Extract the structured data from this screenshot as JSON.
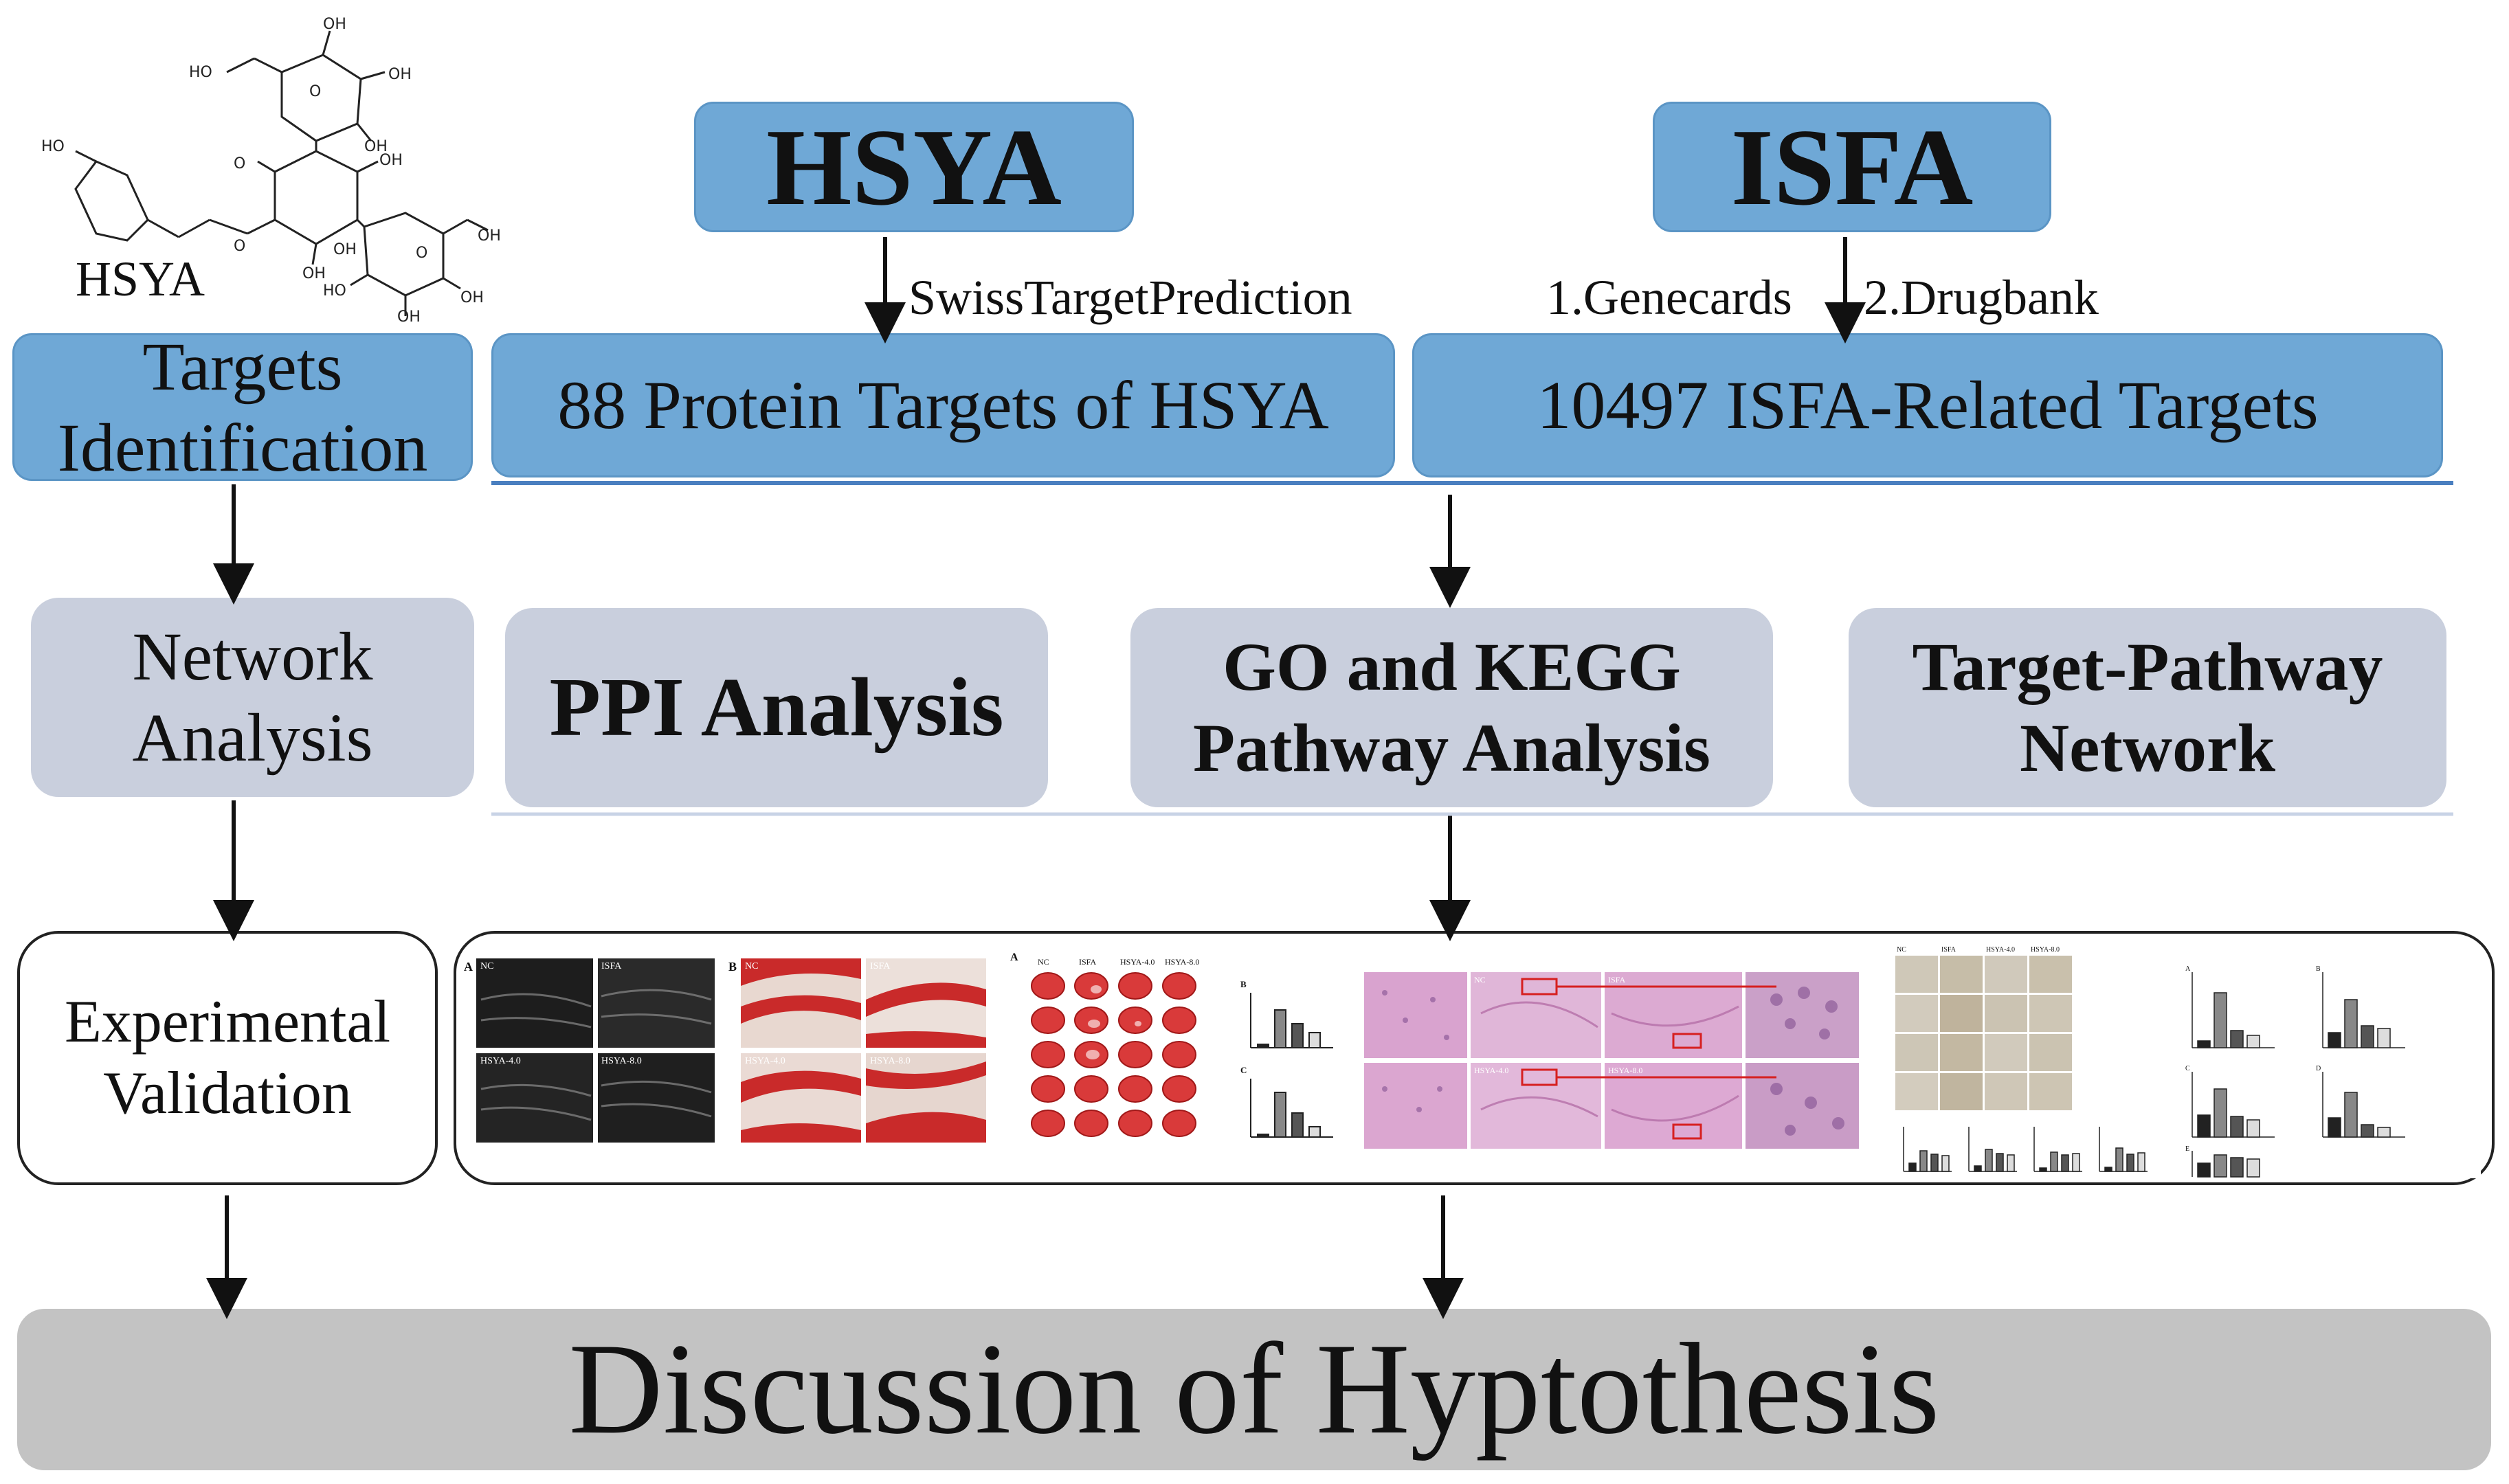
{
  "molecule": {
    "name": "HSYA",
    "atoms": [
      "OH",
      "HO",
      "OH",
      "OH",
      "HO",
      "O",
      "OH",
      "O",
      "OH",
      "OH",
      "OH",
      "HO",
      "OH",
      "OH",
      "O",
      "O"
    ]
  },
  "top": {
    "hsya_title": "HSYA",
    "isfa_title": "ISFA",
    "hsya_source": "SwissTargetPrediction",
    "isfa_source_1": "1.Genecards",
    "isfa_source_2": "2.Drugbank",
    "hsya_targets": "88 Protein Targets of HSYA",
    "isfa_targets": "10497 ISFA-Related Targets"
  },
  "stages": {
    "targets_identification": "Targets Identification",
    "network_analysis": "Network Analysis",
    "experimental_validation": "Experimental Validation"
  },
  "network": {
    "ppi": "PPI Analysis",
    "go_kegg": "GO and KEGG Pathway Analysis",
    "target_pathway": "Target-Pathway Network"
  },
  "panels": {
    "ultrasound_tags": [
      "A",
      "NC",
      "ISFA",
      "HSYA-4.0",
      "HSYA-8.0"
    ],
    "stain_tags": [
      "B",
      "NC",
      "ISFA",
      "HSYA-4.0",
      "HSYA-8.0"
    ],
    "ttc_tags": [
      "A",
      "NC",
      "ISFA",
      "HSYA-4.0",
      "HSYA-8.0",
      "B",
      "C"
    ],
    "he_tags": [
      "NC",
      "ISFA",
      "HSYA-4.0",
      "HSYA-8.0"
    ],
    "ihc_tags": [
      "NC",
      "ISFA",
      "HSYA-4.0",
      "HSYA-8.0",
      "A",
      "B",
      "C",
      "D",
      "E"
    ]
  },
  "conclusion": "Discussion of Hyptothesis",
  "colors": {
    "blue_box": "#6fa8d6",
    "gray_box": "#c9cfdd",
    "conclusion_box": "#c3c3c3",
    "tissue_red": "#c92a2a",
    "he_pink": "#d9a3cf"
  }
}
